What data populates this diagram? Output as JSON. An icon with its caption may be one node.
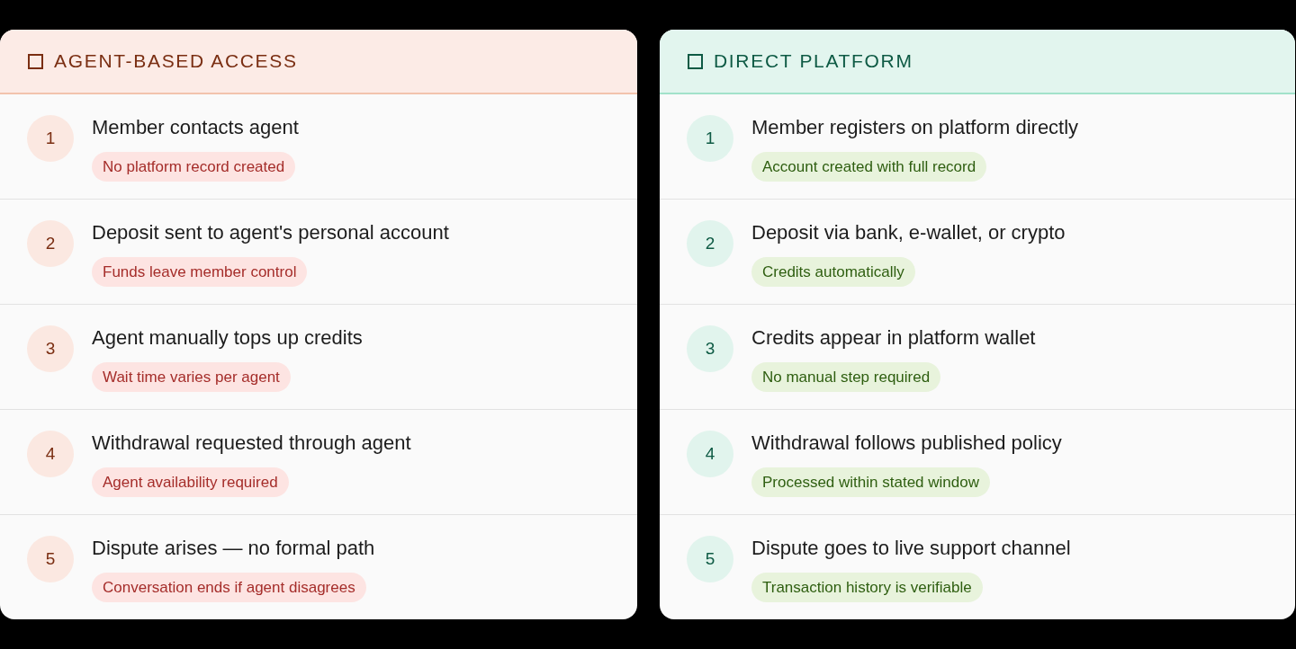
{
  "diagram": {
    "nodes": [
      {
        "text": [
          "AGENT-BASED ACCESS"
        ]
      },
      {
        "text": [
          "Member contacts agent"
        ],
        "in": 0
      },
      {
        "text": [
          "1"
        ],
        "in": 1
      },
      {
        "text": [
          "No platform record created"
        ],
        "in": 1
      },
      {
        "text": [
          "Deposit sent to agent's personal account"
        ],
        "in": 0
      },
      {
        "text": [
          "2"
        ],
        "in": 4
      },
      {
        "text": [
          "Funds leave member control"
        ],
        "in": 4
      },
      {
        "text": [
          "Agent manually tops up credits"
        ],
        "in": 0
      },
      {
        "text": [
          "3"
        ],
        "in": 7
      },
      {
        "text": [
          "Wait time varies per agent"
        ],
        "in": 7
      },
      {
        "text": [
          "Withdrawal requested through agent"
        ],
        "in": 0
      },
      {
        "text": [
          "4"
        ],
        "in": 10
      },
      {
        "text": [
          "Agent availability required"
        ],
        "in": 10
      },
      {
        "text": [
          "Dispute arises — no formal path"
        ],
        "in": 0
      },
      {
        "text": [
          "5"
        ],
        "in": 13
      },
      {
        "text": [
          "Conversation ends if agent disagrees"
        ],
        "in": 13
      },
      {
        "text": [
          "DIRECT PLATFORM"
        ]
      },
      {
        "text": [
          "Member registers on platform directly"
        ],
        "in": 16
      },
      {
        "text": [
          "1"
        ],
        "in": 17
      },
      {
        "text": [
          "Account created with full record"
        ],
        "in": 17
      },
      {
        "text": [
          "Deposit via bank, e-wallet, or crypto"
        ],
        "in": 16
      },
      {
        "text": [
          "2"
        ],
        "in": 20
      },
      {
        "text": [
          "Credits automatically"
        ],
        "in": 20
      },
      {
        "text": [
          "Credits appear in platform wallet"
        ],
        "in": 16
      },
      {
        "text": [
          "3"
        ],
        "in": 23
      },
      {
        "text": [
          "No manual step required"
        ],
        "in": 23
      },
      {
        "text": [
          "Withdrawal follows published policy"
        ],
        "in": 16
      },
      {
        "text": [
          "4"
        ],
        "in": 26
      },
      {
        "text": [
          "Processed within stated window"
        ],
        "in": 26
      },
      {
        "text": [
          "Dispute goes to live support channel"
        ],
        "in": 16
      },
      {
        "text": [
          "5"
        ],
        "in": 29
      },
      {
        "text": [
          "Transaction history is verifiable"
        ],
        "in": 29
      }
    ]
  }
}
